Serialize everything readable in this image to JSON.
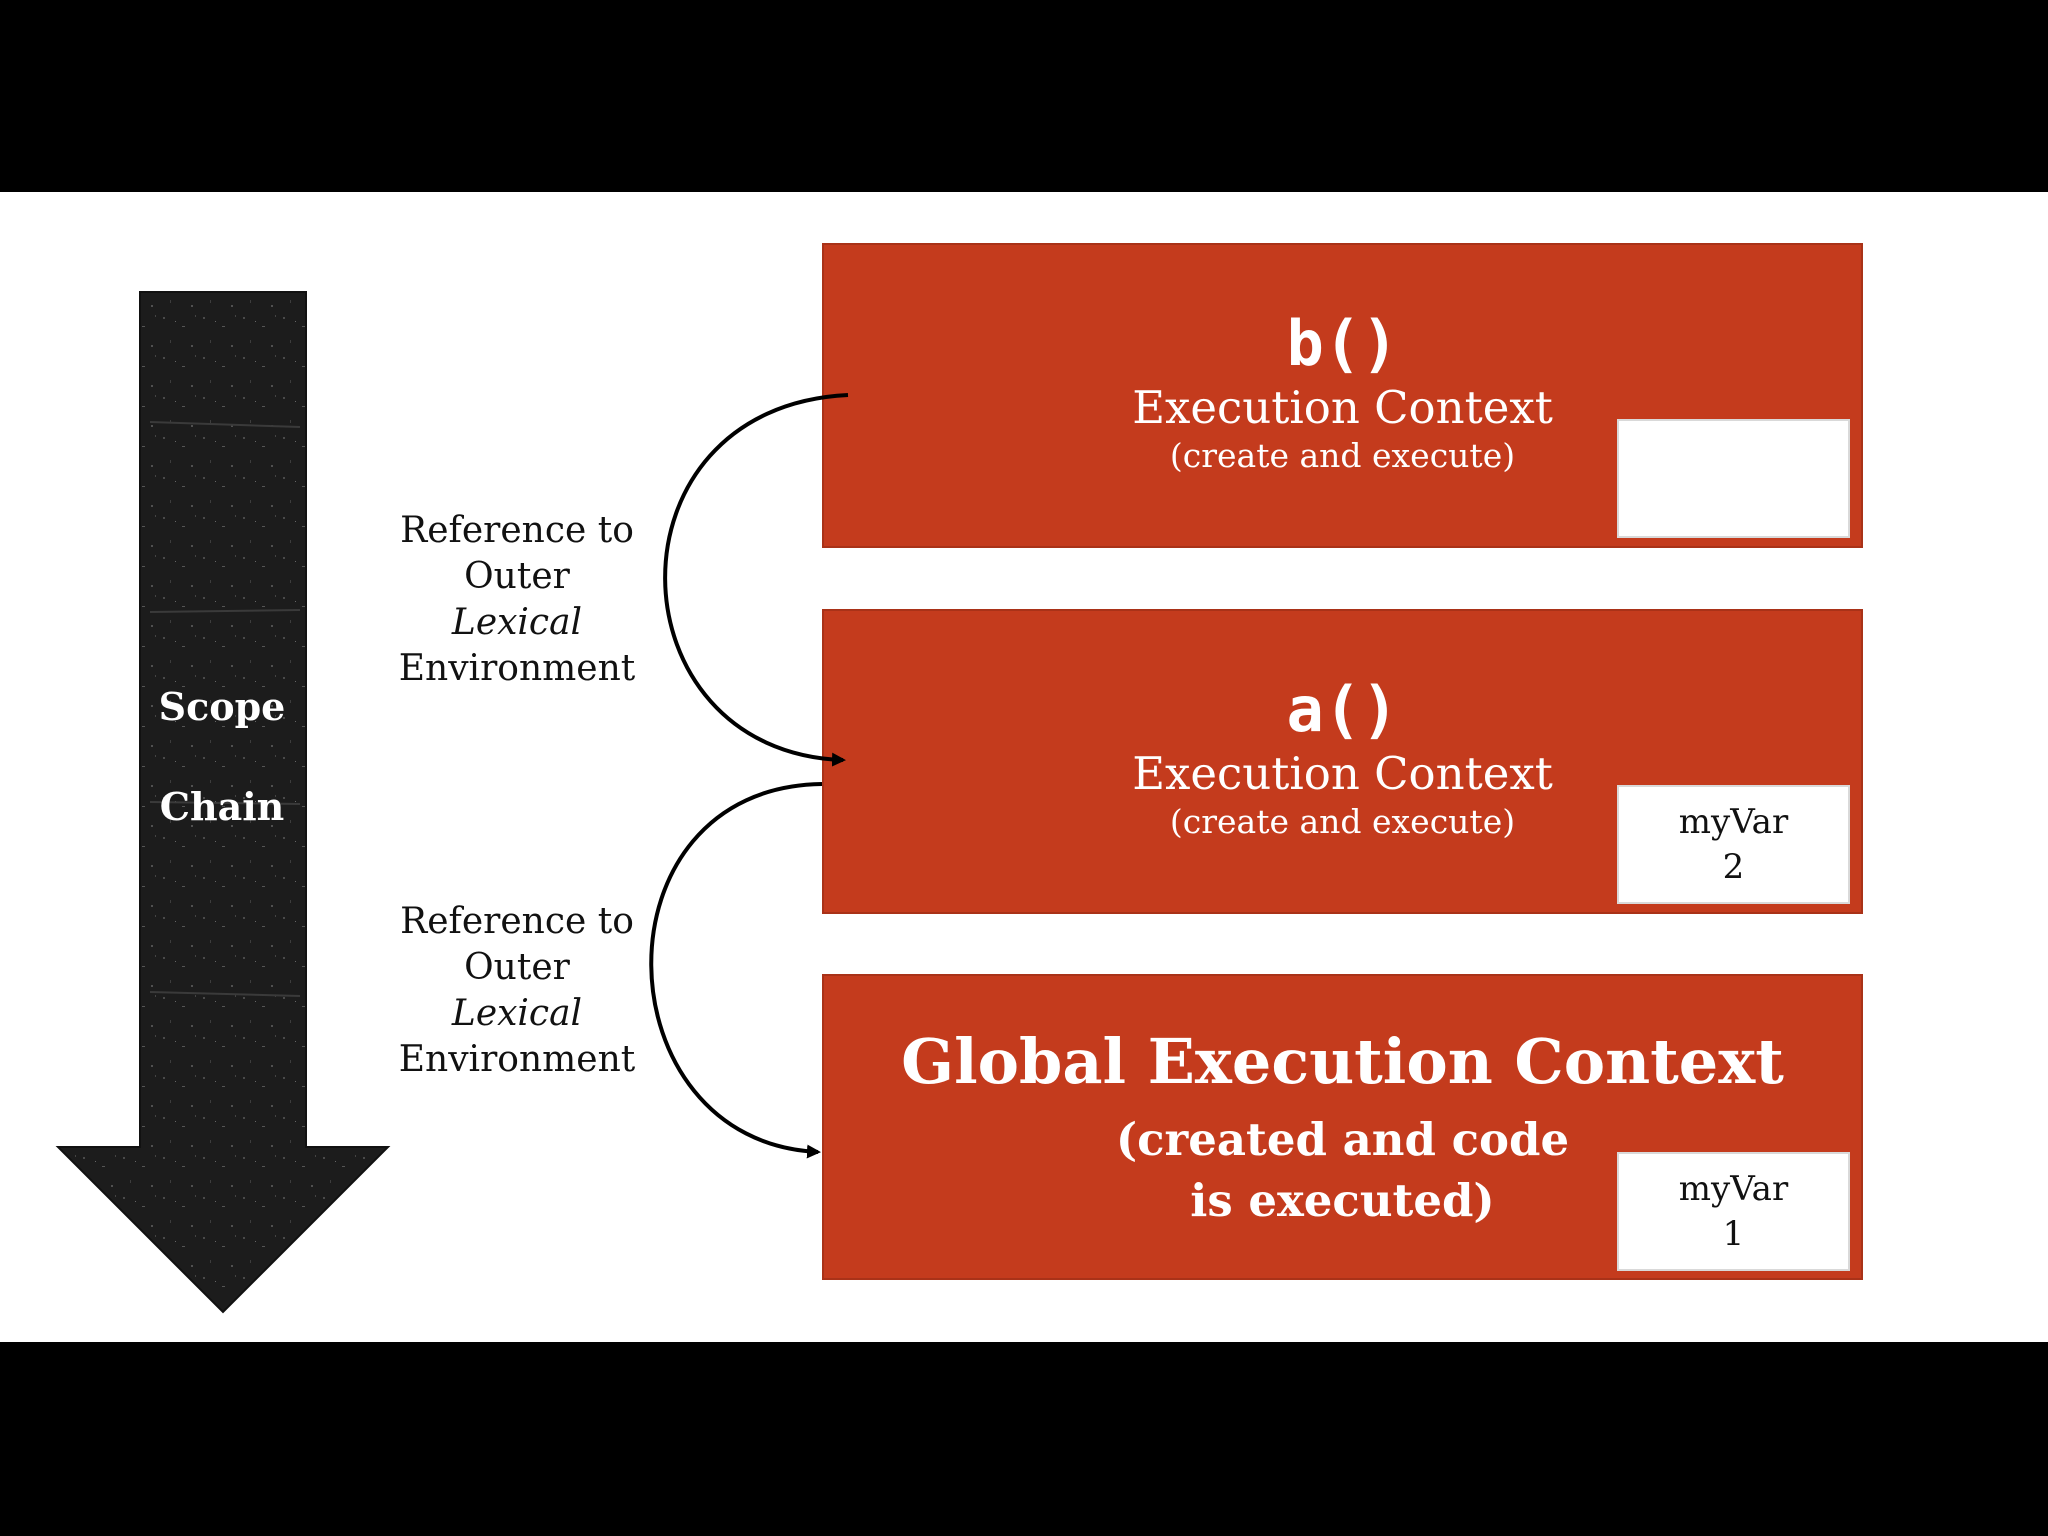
{
  "scope_chain": {
    "line1": "Scope",
    "line2": "Chain"
  },
  "references": [
    {
      "line1": "Reference to",
      "line2": "Outer",
      "line3": "Lexical",
      "line4": "Environment"
    },
    {
      "line1": "Reference to",
      "line2": "Outer",
      "line3": "Lexical",
      "line4": "Environment"
    }
  ],
  "contexts": {
    "b": {
      "title": "b()",
      "subtitle": "Execution Context",
      "note": "(create and execute)",
      "var_name": "",
      "var_value": ""
    },
    "a": {
      "title": "a()",
      "subtitle": "Execution Context",
      "note": "(create and execute)",
      "var_name": "myVar",
      "var_value": "2"
    },
    "global": {
      "title": "Global Execution Context",
      "note_line1": "(created and code",
      "note_line2": "is executed)",
      "var_name": "myVar",
      "var_value": "1"
    }
  },
  "colors": {
    "context_fill": "#c43b1d",
    "arrow_fill": "#1a1a1a",
    "background": "#ffffff",
    "letterbox": "#000000"
  }
}
